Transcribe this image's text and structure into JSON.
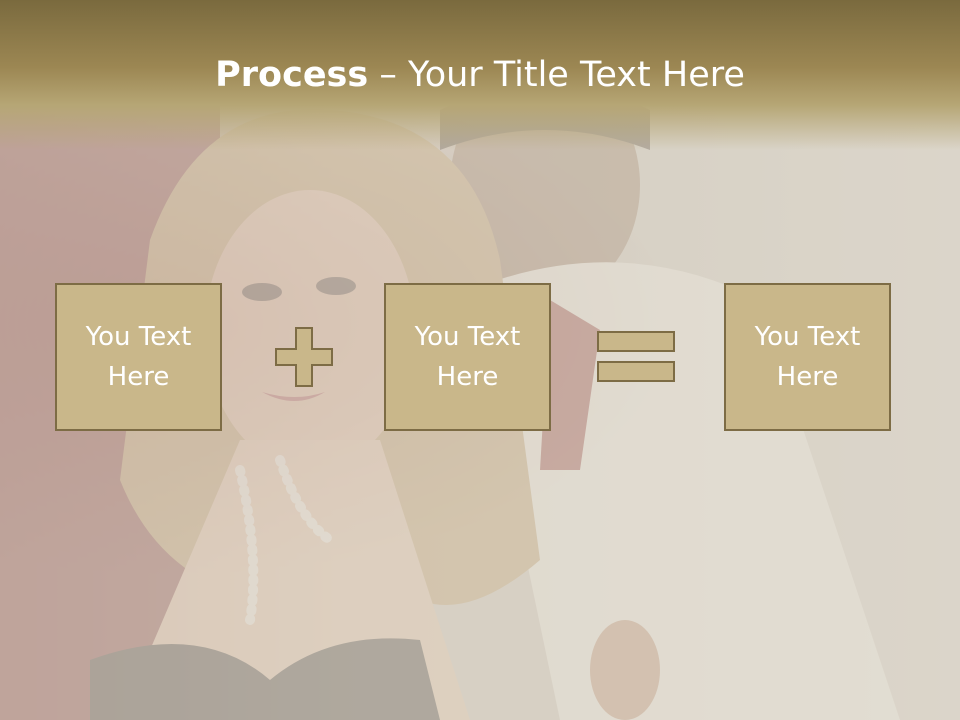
{
  "slide": {
    "title_bold": "Process",
    "title_dash": " – ",
    "title_rest": "Your Title Text Here",
    "boxes": [
      {
        "text": "You Text Here"
      },
      {
        "text": "You Text Here"
      },
      {
        "text": "You Text Here"
      }
    ],
    "operators": [
      "plus-icon",
      "equals-icon"
    ],
    "colors": {
      "header_band": "#9c8753",
      "box_fill": "#c9b78a",
      "box_border": "#7d6c45",
      "operator_fill": "#c9b78a"
    },
    "background_image": "couple-portrait-photo"
  }
}
